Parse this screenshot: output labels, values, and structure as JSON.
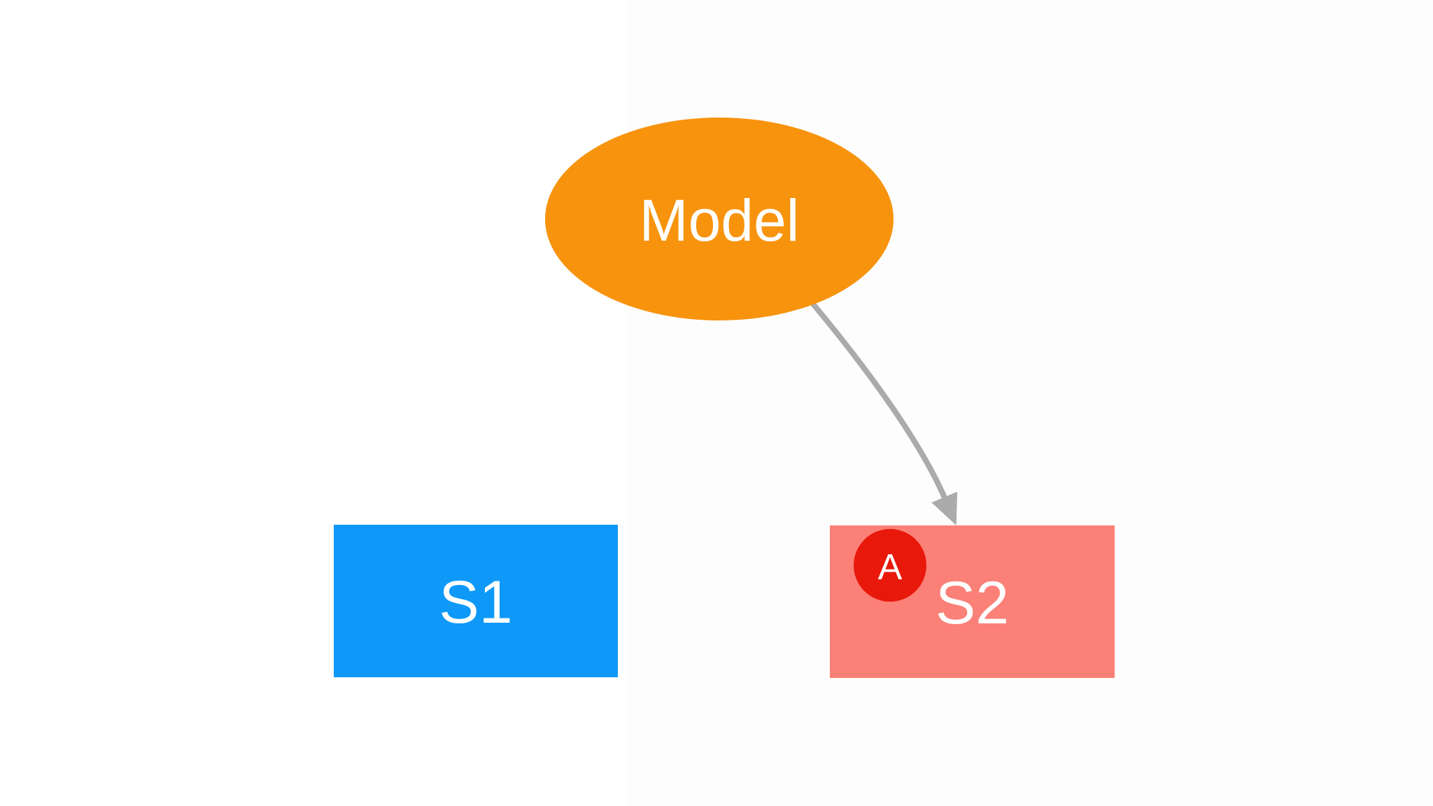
{
  "diagram": {
    "background_color": "#FFFFFF",
    "background_shade_color": "#FDFDFD",
    "nodes": {
      "model": {
        "label": "Model",
        "shape": "ellipse",
        "fill_color": "#F7930D",
        "text_color": "#FFFFFF"
      },
      "s1": {
        "label": "S1",
        "shape": "rectangle",
        "fill_color": "#0E99F8",
        "text_color": "#FFFFFF"
      },
      "s2": {
        "label": "S2",
        "shape": "rectangle",
        "fill_color": "#FB8078",
        "text_color": "#FFFFFF"
      }
    },
    "badge": {
      "label": "A",
      "shape": "circle",
      "fill_color": "#E8190B",
      "text_color": "#FFFFFF",
      "attached_to": "s2"
    },
    "edges": [
      {
        "from": "model",
        "to": "s2",
        "style": "curved",
        "arrowhead": "end",
        "color": "#ABABAB"
      }
    ]
  }
}
